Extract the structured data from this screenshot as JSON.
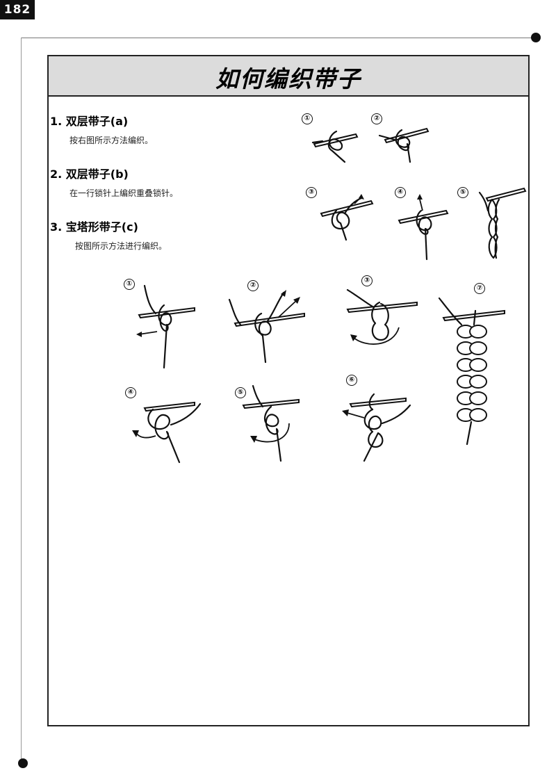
{
  "page_number": "182",
  "title": "如何编织带子",
  "sections": [
    {
      "heading": "1. 双层带子(a)",
      "description": "按右图所示方法编织。"
    },
    {
      "heading": "2. 双层带子(b)",
      "description": "在一行锁针上编织重叠锁针。"
    },
    {
      "heading": "3. 宝塔形带子(c)",
      "description": "按图所示方法进行编织。"
    }
  ],
  "top_steps": [
    "①",
    "②",
    "③",
    "④",
    "⑤"
  ],
  "bottom_steps": [
    "①",
    "②",
    "③",
    "⑦",
    "④",
    "⑤",
    "⑥"
  ],
  "colors": {
    "ink": "#111111",
    "title_band": "#dcdcdc",
    "page_tab": "#111111"
  }
}
